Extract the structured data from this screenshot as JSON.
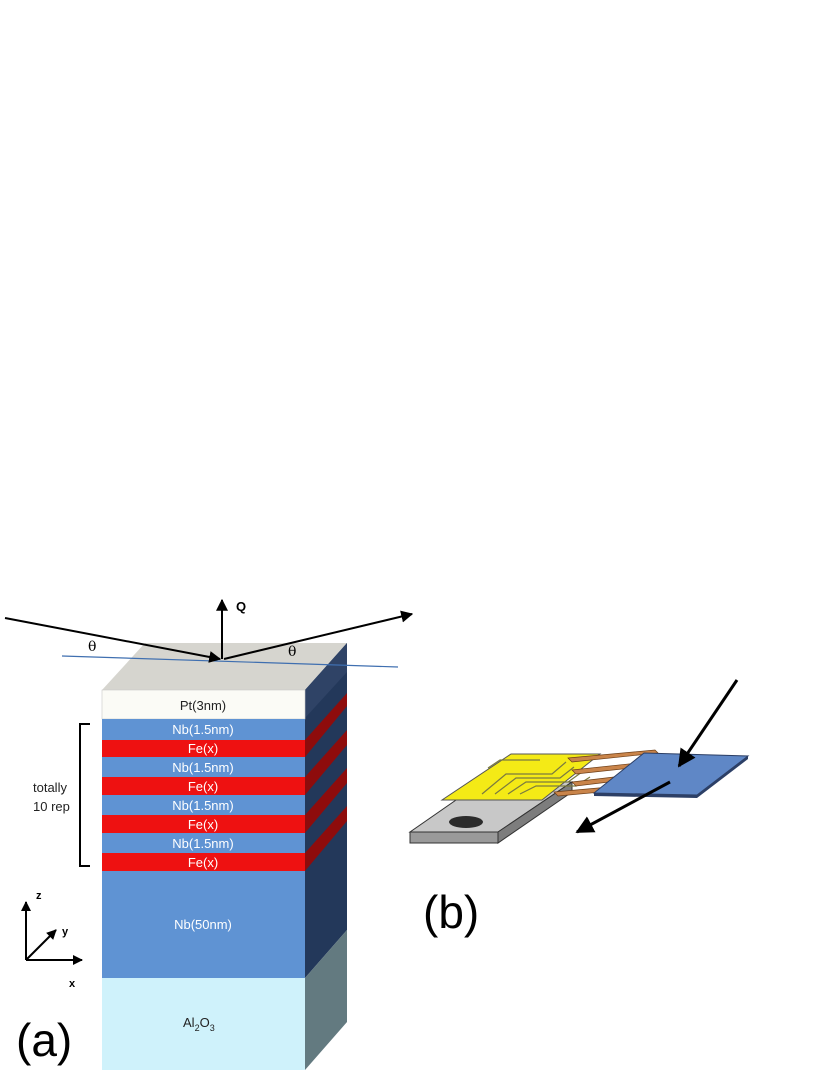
{
  "figure": {
    "panel_a": {
      "label": "(a)",
      "incident_angle": "θ",
      "reflected_angle": "θ",
      "q_label": "Q",
      "layers": {
        "cap": "Pt(3nm)",
        "nb_thin": "Nb(1.5nm)",
        "fe": "Fe(x)",
        "nb_thick": "Nb(50nm)",
        "substrate_main": "Al",
        "substrate_sub1": "2",
        "substrate_o": "O",
        "substrate_sub2": "3"
      },
      "repetition_line1": "totally",
      "repetition_line2": "10 rep",
      "axes": {
        "z": "z",
        "y": "y",
        "x": "x"
      }
    },
    "panel_b": {
      "label": "(b)"
    },
    "colors": {
      "nb": "#5f93d3",
      "fe": "#ee1111",
      "pt": "#fbfbf6",
      "substrate": "#cff2fb",
      "side_dark": "#23385a",
      "sample_holder_yellow": "#f4ea16",
      "copper": "#c9844a"
    }
  }
}
